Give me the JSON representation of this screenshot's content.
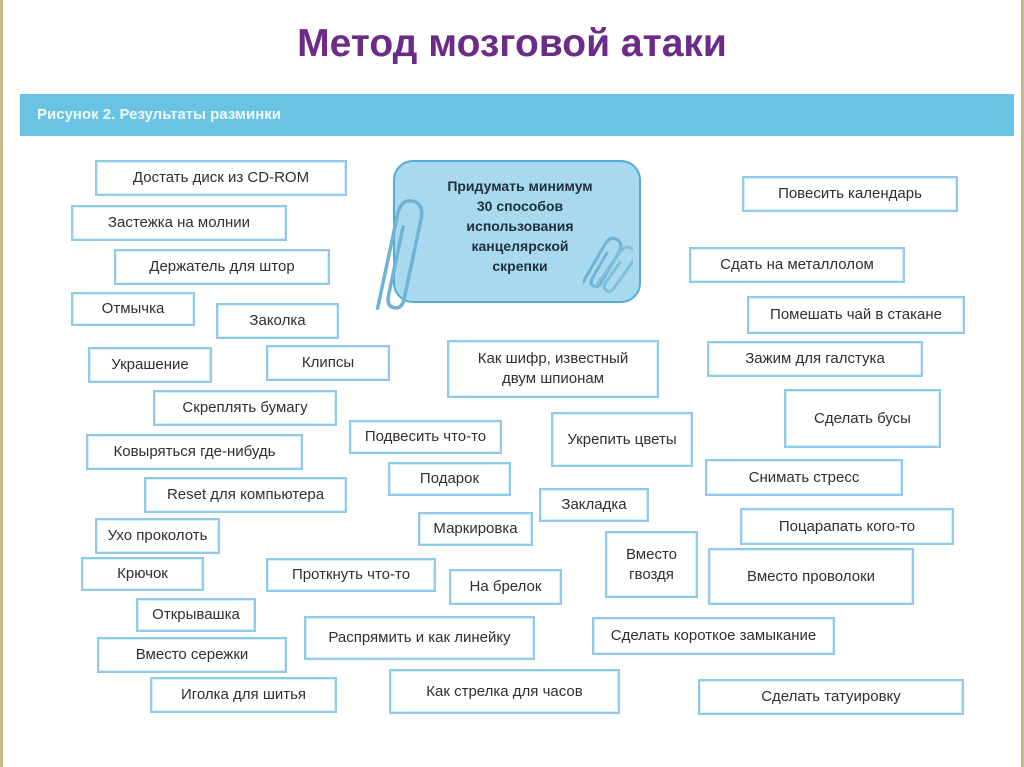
{
  "slide": {
    "title": "Метод мозговой атаки"
  },
  "figure": {
    "caption": "Рисунок 2. Результаты разминки",
    "center_text": "Придумать минимум\n30 способов\nиспользования\nканцелярской\nскрепки"
  },
  "cards": [
    "Достать диск из CD-ROM",
    "Застежка на молнии",
    "Держатель для штор",
    "Отмычка",
    "Заколка",
    "Украшение",
    "Клипсы",
    "Скреплять бумагу",
    "Ковыряться где-нибудь",
    "Reset для компьютера",
    "Ухо проколоть",
    "Крючок",
    "Открывашка",
    "Вместо сережки",
    "Иголка для шитья",
    "Как шифр, известный\nдвум шпионам",
    "Подвесить что-то",
    "Подарок",
    "Маркировка",
    "Проткнуть что-то",
    "На брелок",
    "Распрямить и как линейку",
    "Как стрелка для часов",
    "Укрепить цветы",
    "Закладка",
    "Вместо\nгвоздя",
    "Сделать короткое замыкание",
    "Повесить календарь",
    "Сдать на металлолом",
    "Помешать чай в стакане",
    "Зажим для галстука",
    "Сделать бусы",
    "Снимать стресс",
    "Поцарапать кого-то",
    "Вместо проволоки",
    "Сделать татуировку"
  ],
  "colors": {
    "title": "#6b2b86",
    "header_bar": "#6bc3e3",
    "card_border": "#8fcae8",
    "center_fill": "#a9d9ef"
  }
}
